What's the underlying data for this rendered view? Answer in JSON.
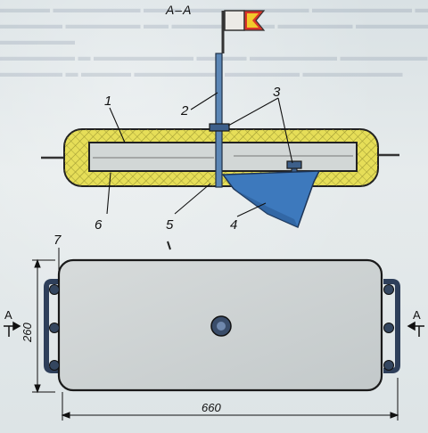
{
  "section_title": "А–А",
  "callouts": {
    "c1": "1",
    "c2": "2",
    "c3": "3",
    "c4": "4",
    "c5": "5",
    "c6": "6",
    "c7": "7"
  },
  "dimensions": {
    "width": "660",
    "height": "260"
  },
  "section_markers": {
    "left": "А",
    "right": "А"
  },
  "colors": {
    "foam_yellow": "#e6de58",
    "box_grey": "#cfd4d4",
    "blade_blue": "#3d79bd",
    "flag_red": "#d8332a",
    "flag_yellow": "#f2c92b"
  }
}
